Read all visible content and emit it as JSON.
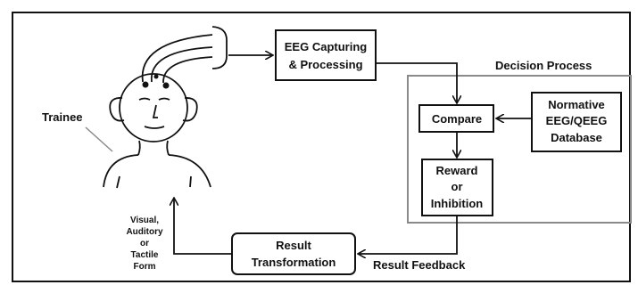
{
  "diagram": {
    "trainee_label": "Trainee",
    "eeg_box": {
      "line1": "EEG Capturing",
      "line2": "& Processing"
    },
    "decision_process_label": "Decision Process",
    "compare_box": "Compare",
    "database_box": {
      "line1": "Normative",
      "line2": "EEG/QEEG",
      "line3": "Database"
    },
    "reward_box": {
      "line1": "Reward",
      "line2": "or",
      "line3": "Inhibition"
    },
    "result_transformation_box": {
      "line1": "Result",
      "line2": "Transformation"
    },
    "result_feedback_label": "Result Feedback",
    "feedback_form_label": {
      "line1": "Visual,",
      "line2": "Auditory",
      "line3": "or",
      "line4": "Tactile",
      "line5": "Form"
    }
  }
}
